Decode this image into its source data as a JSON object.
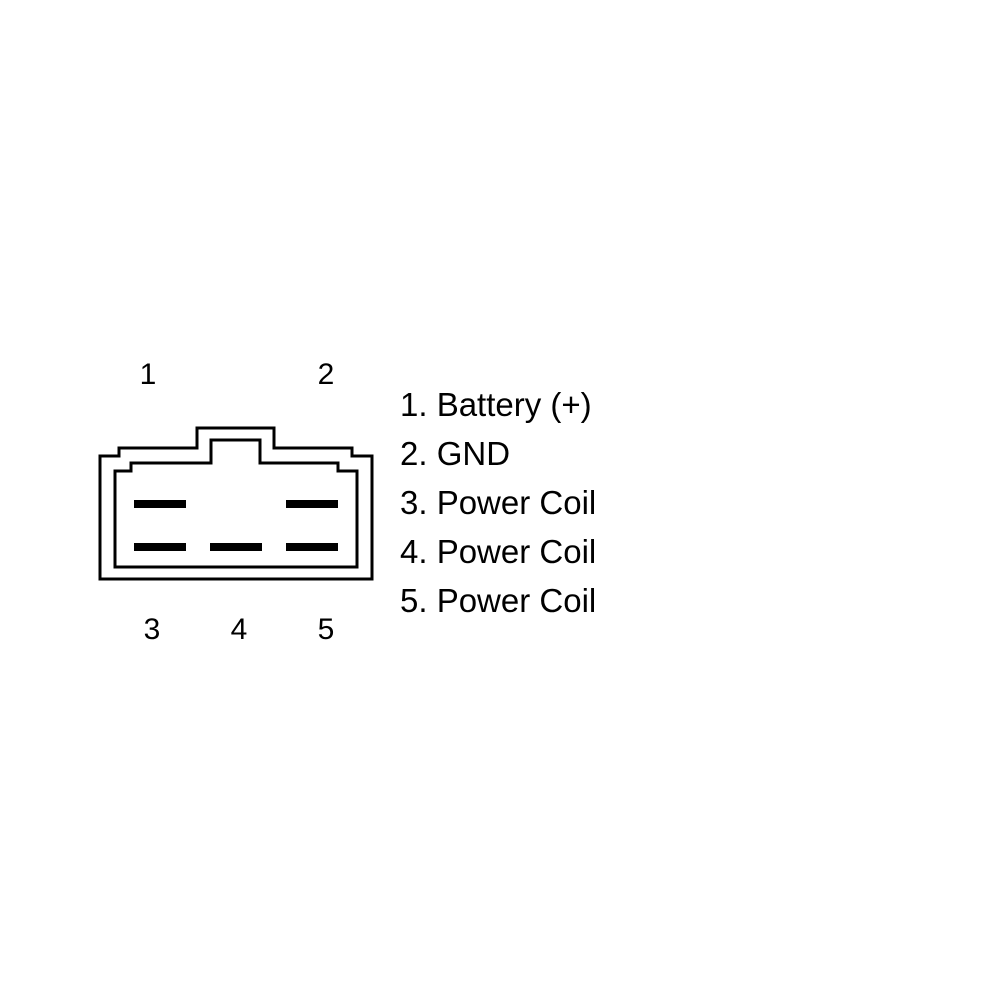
{
  "connector": {
    "pin_labels": {
      "p1": "1",
      "p2": "2",
      "p3": "3",
      "p4": "4",
      "p5": "5"
    }
  },
  "legend": {
    "items": [
      "1. Battery (+)",
      "2. GND",
      "3. Power Coil",
      "4. Power Coil",
      "5. Power Coil"
    ]
  },
  "colors": {
    "line": "#000000",
    "background": "#ffffff"
  }
}
